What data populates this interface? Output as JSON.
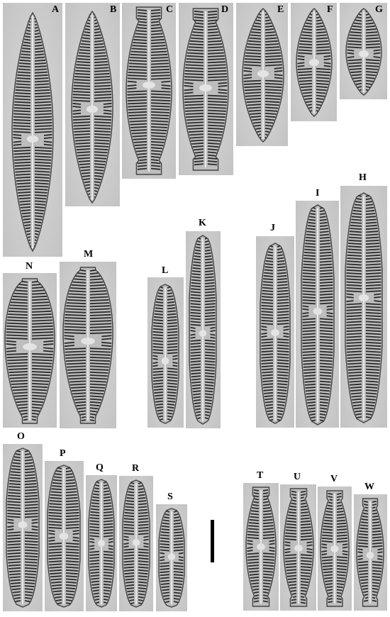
{
  "labels": {
    "A": "A",
    "B": "B",
    "C": "C",
    "D": "D",
    "E": "E",
    "F": "F",
    "G": "G",
    "H": "H",
    "I": "I",
    "J": "J",
    "K": "K",
    "L": "L",
    "M": "M",
    "N": "N",
    "O": "O",
    "P": "P",
    "Q": "Q",
    "R": "R",
    "S": "S",
    "T": "T",
    "U": "U",
    "V": "V",
    "W": "W"
  },
  "colors": {
    "background": "#ffffff",
    "panel": "#cfcfcf",
    "striae": "#2a2a2a",
    "valve_fill": "#bdbdbd",
    "raphe": "#f2f2f2"
  },
  "icons": {
    "scale": "scale-bar"
  }
}
